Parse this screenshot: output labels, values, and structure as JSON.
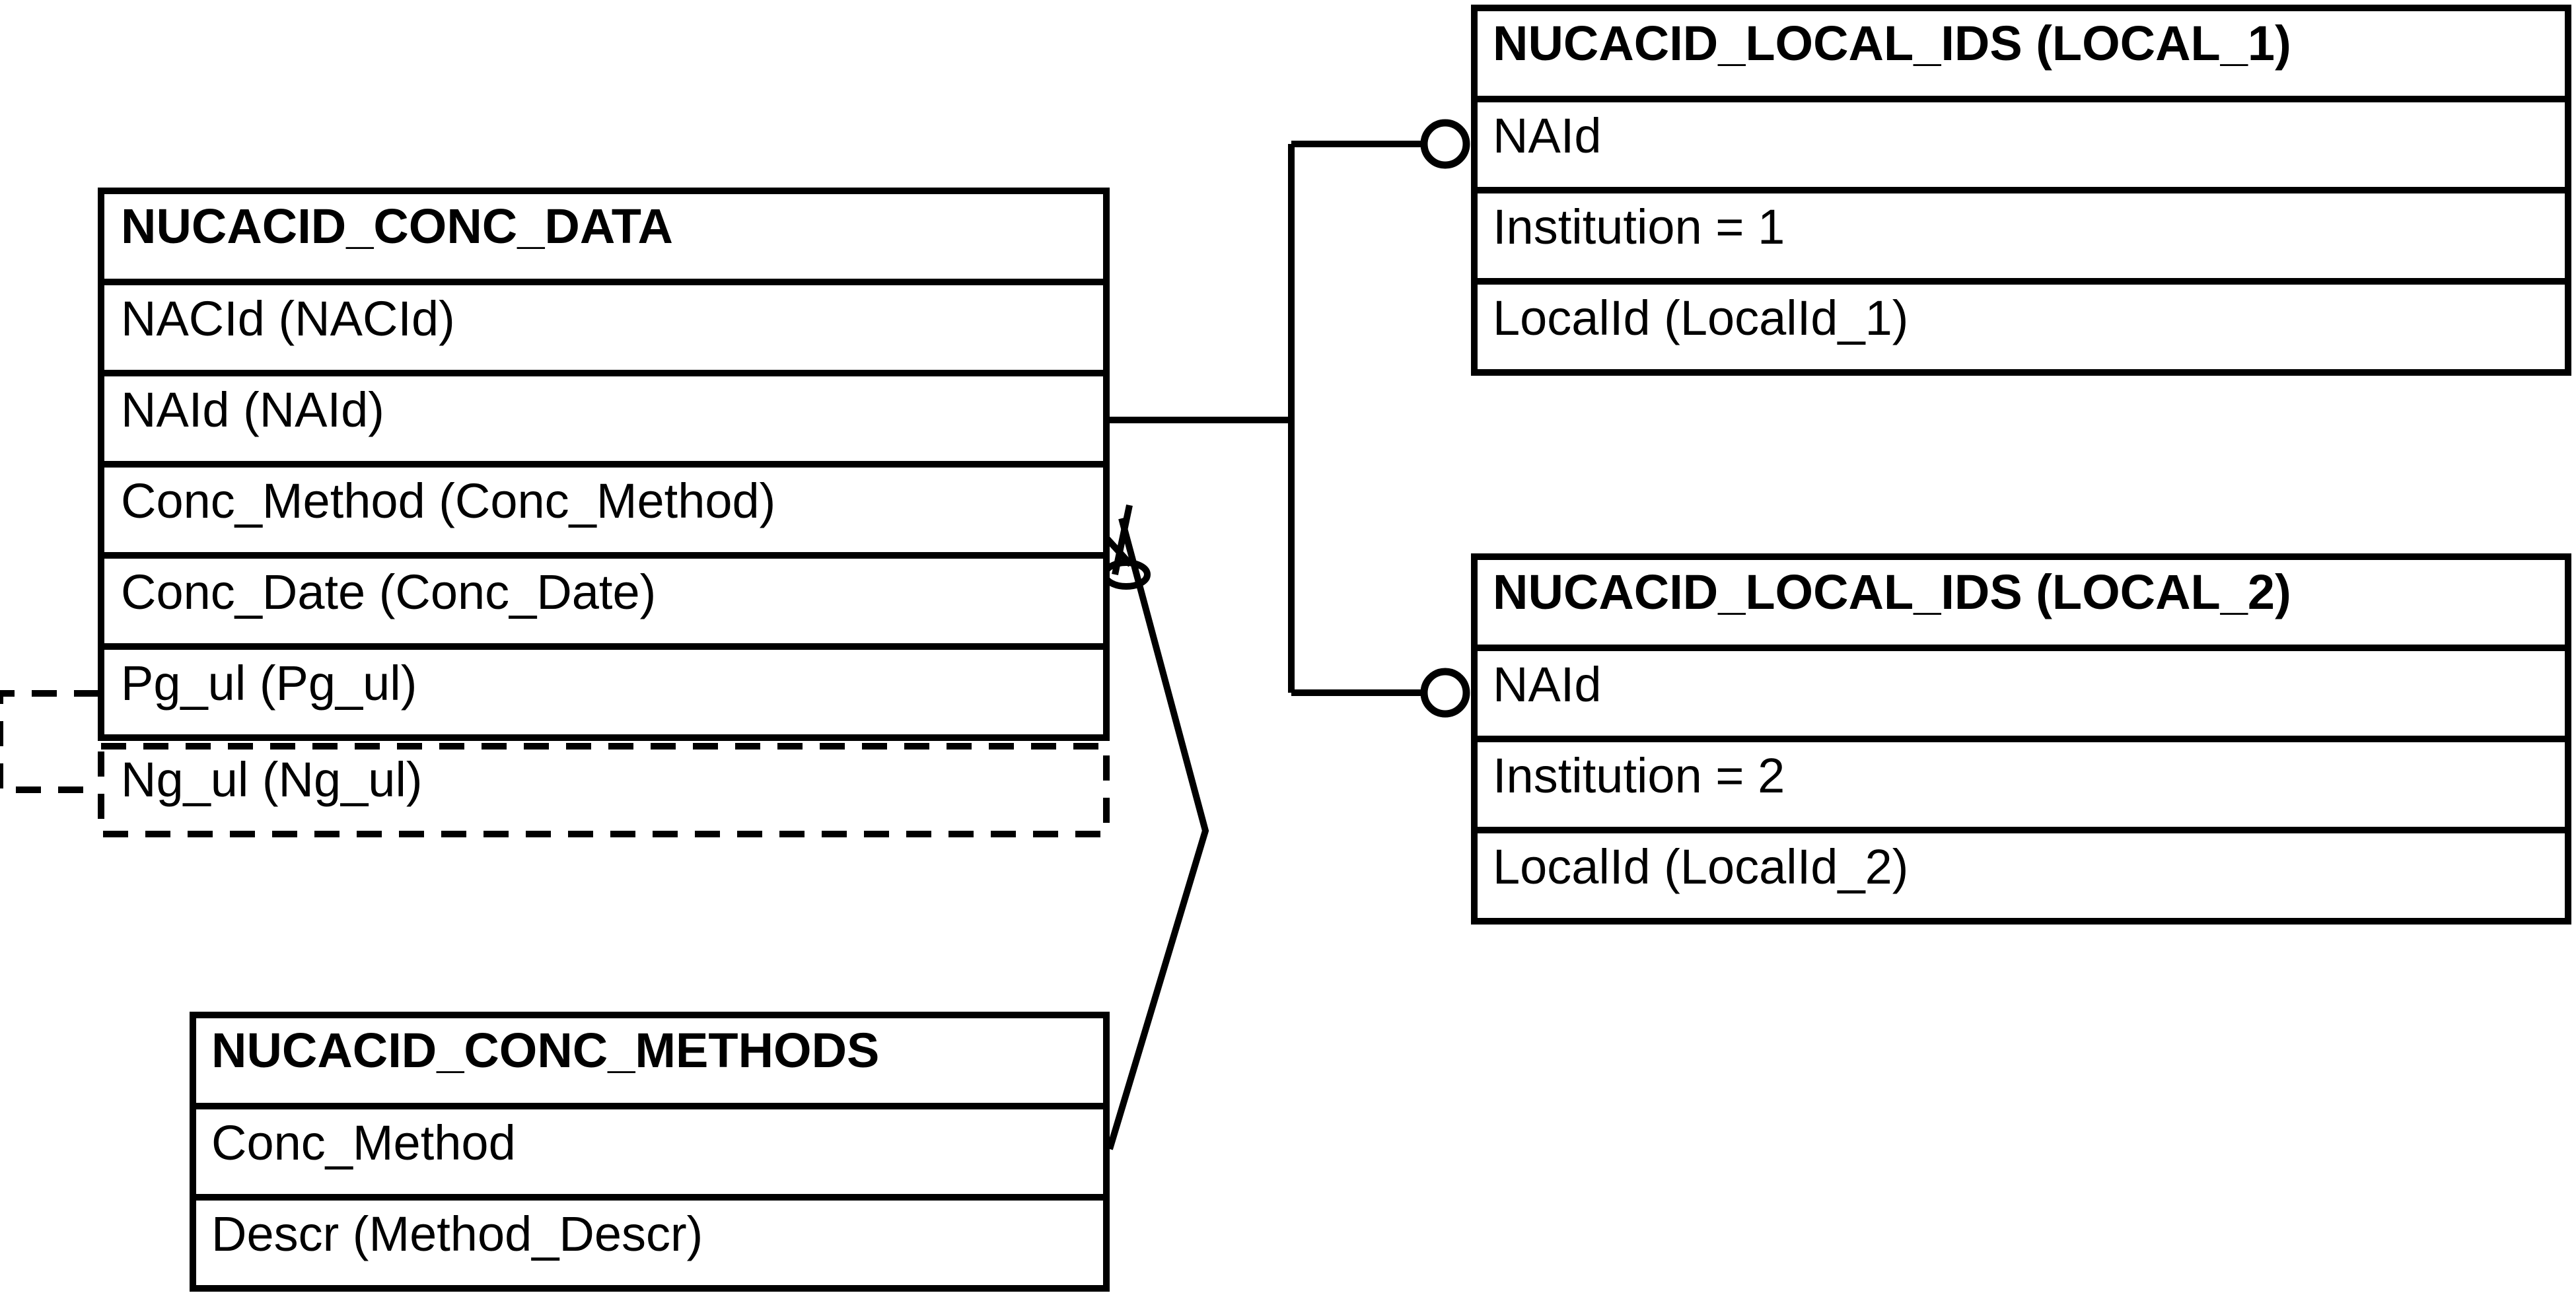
{
  "tables": {
    "conc_data": {
      "title": "NUCACID_CONC_DATA",
      "fields": [
        "NACId (NACId)",
        "NAId (NAId)",
        "Conc_Method (Conc_Method)",
        "Conc_Date (Conc_Date)",
        "Pg_ul (Pg_ul)",
        "Ng_ul (Ng_ul)"
      ]
    },
    "local_1": {
      "title": "NUCACID_LOCAL_IDS (LOCAL_1)",
      "fields": [
        "NAId",
        "Institution = 1",
        "LocalId (LocalId_1)"
      ]
    },
    "local_2": {
      "title": "NUCACID_LOCAL_IDS (LOCAL_2)",
      "fields": [
        "NAId",
        "Institution = 2",
        "LocalId (LocalId_2)"
      ]
    },
    "conc_methods": {
      "title": "NUCACID_CONC_METHODS",
      "fields": [
        "Conc_Method",
        "Descr (Method_Descr)"
      ]
    }
  }
}
